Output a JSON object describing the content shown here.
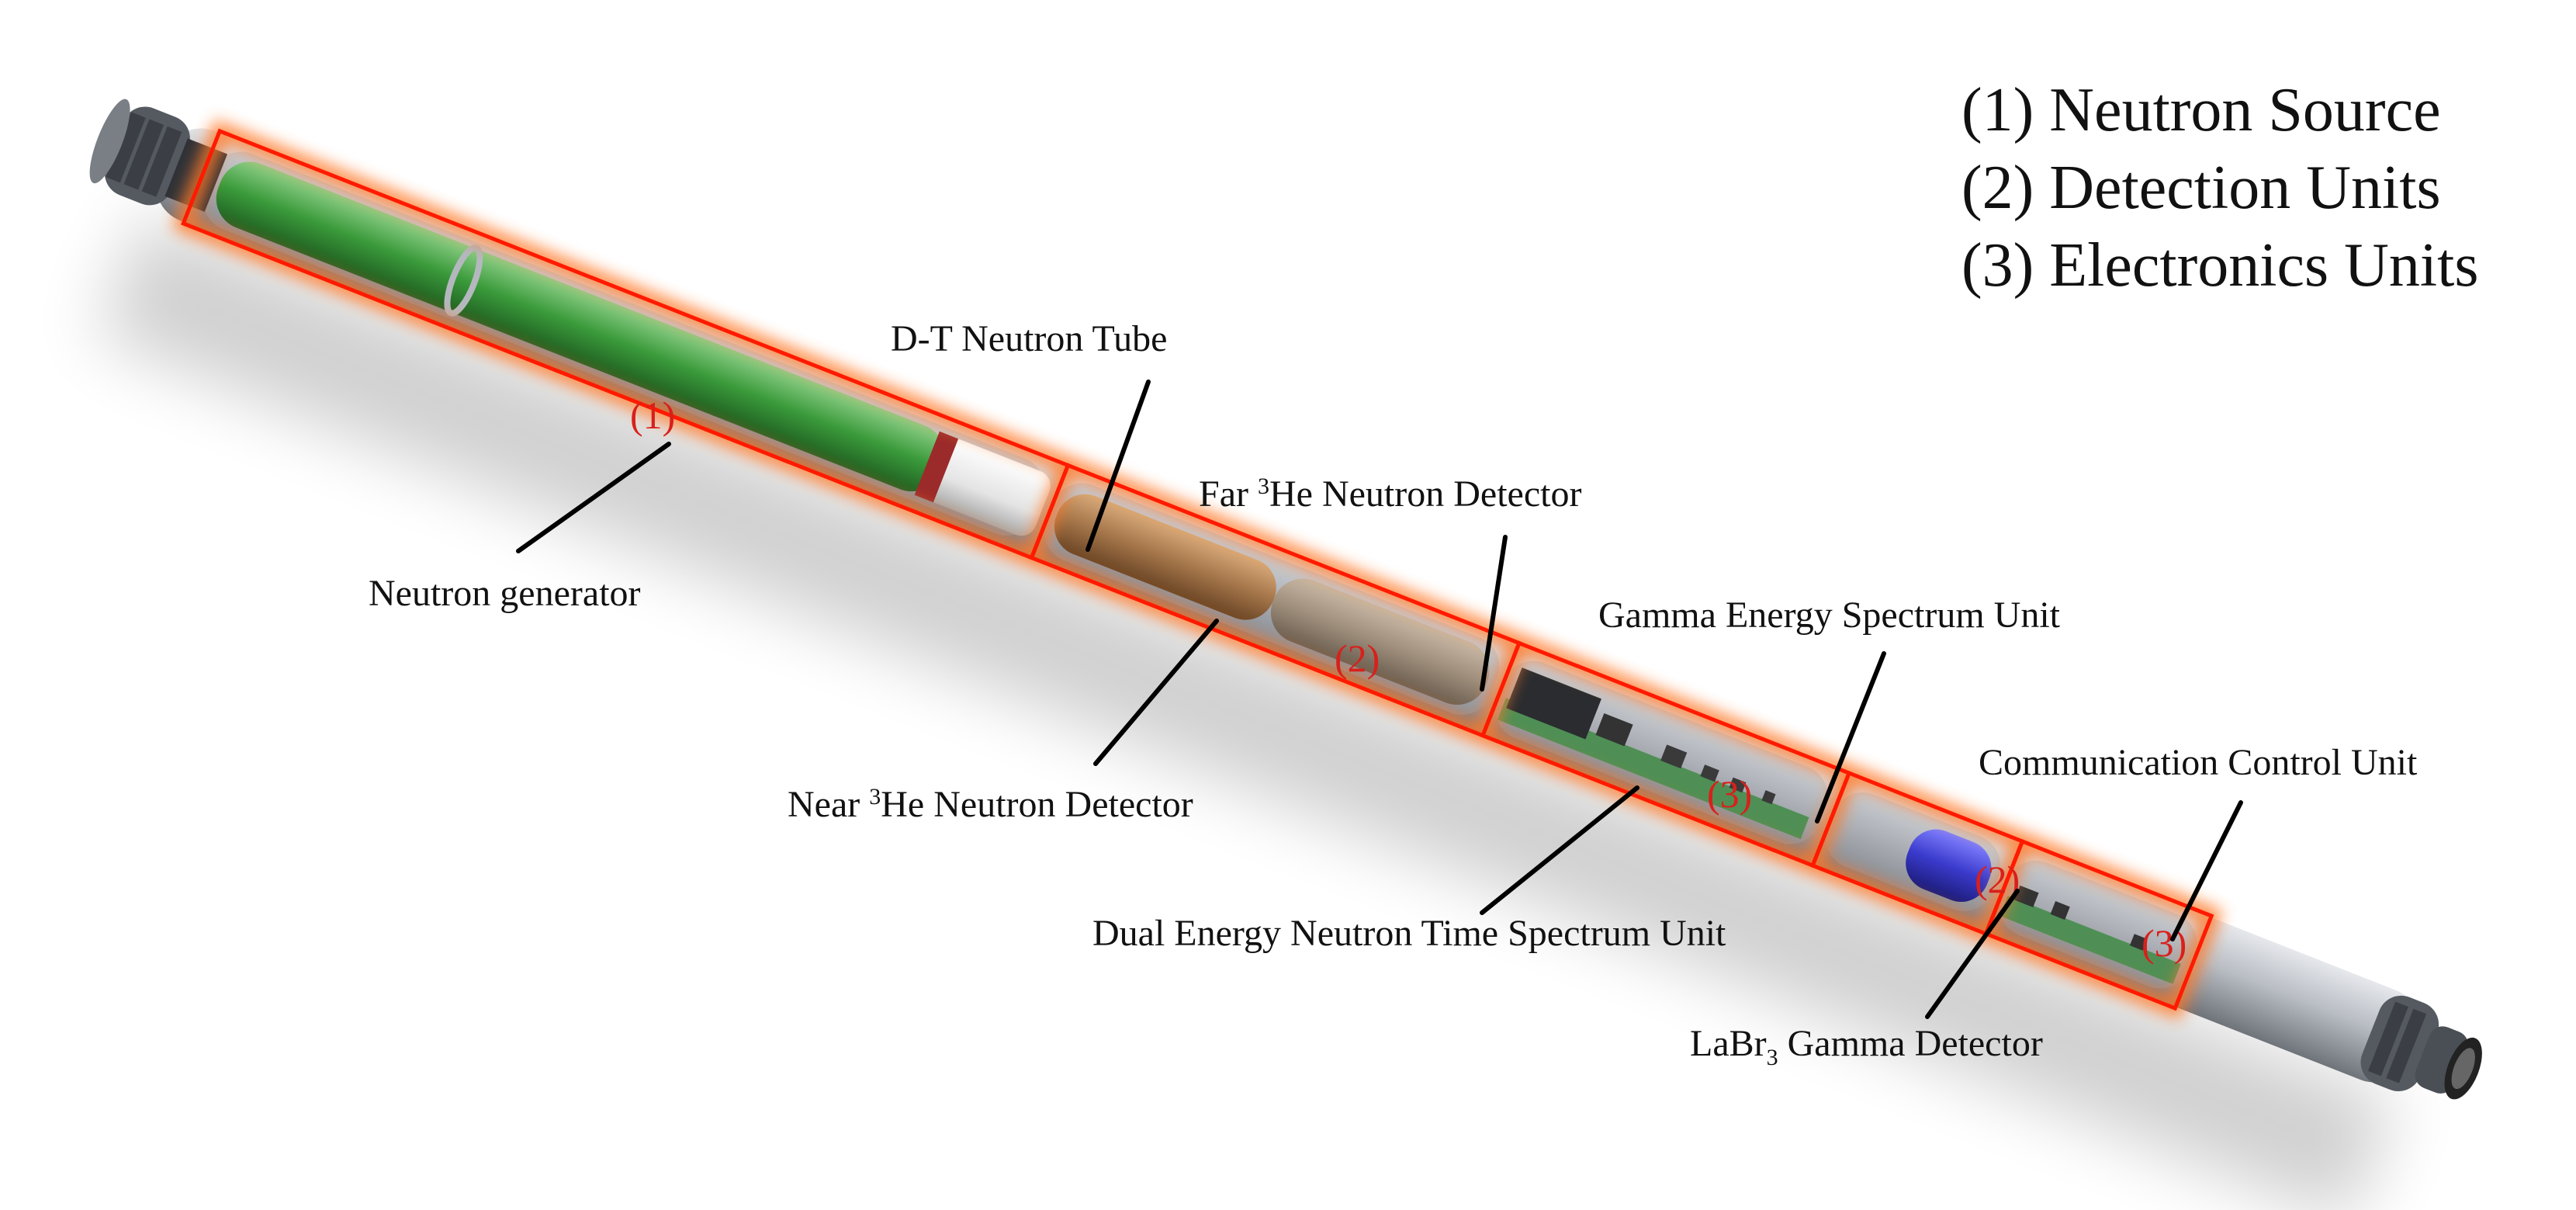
{
  "legend": {
    "item1": "(1) Neutron Source",
    "item2": "(2) Detection Units",
    "item3": "(3) Electronics Units"
  },
  "labels": {
    "neutron_generator": "Neutron generator",
    "dt_tube": "D-T Neutron Tube",
    "far_prefix": "Far ",
    "far_sup": "3",
    "far_rest": "He Neutron Detector",
    "near_prefix": "Near ",
    "near_sup": "3",
    "near_rest": "He Neutron Detector",
    "gamma_spectrum": "Gamma Energy Spectrum Unit",
    "dual_energy": "Dual Energy Neutron Time Spectrum Unit",
    "comm_control": "Communication Control Unit",
    "labr_prefix": "LaBr",
    "labr_sub": "3",
    "labr_rest": " Gamma Detector"
  },
  "markers": {
    "m1": "(1)",
    "m2a": "(2)",
    "m3a": "(3)",
    "m2b": "(2)",
    "m3b": "(3)"
  },
  "colors": {
    "highlight": "#ff1a00",
    "glow": "#ff7a2a",
    "generator_green": "#3a9a3a",
    "near_detector_brown": "#a5764a",
    "far_detector_tan": "#a08f7c",
    "labr_blue": "#3a3acc",
    "pcb_green": "#4f8f55",
    "housing_gray": "#9a9da3"
  }
}
